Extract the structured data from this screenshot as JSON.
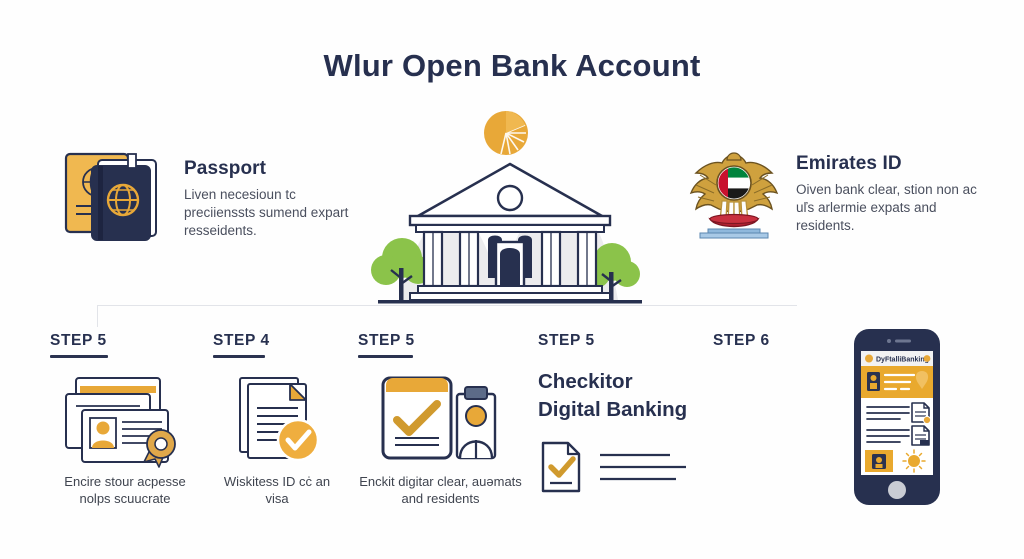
{
  "page": {
    "title": "Wlur Open Bank Account",
    "background_color": "#fefefe",
    "navy": "#27304f",
    "gold": "#e8a838",
    "green": "#8bc34a"
  },
  "features": [
    {
      "id": "passport",
      "title": "Passport",
      "description": "Liven necesioun tc preciienssts sumend expart resseidents.",
      "icon": "passport-books-icon"
    },
    {
      "id": "emirates-id",
      "title": "Emirates ID",
      "description": "Oiven bank clear, stion non ac uľs arlermie expats and residents.",
      "icon": "uae-falcon-emblem-icon"
    }
  ],
  "center": {
    "bank_icon": "bank-building-icon",
    "sun_badge_icon": "gold-sunburst-icon"
  },
  "steps": [
    {
      "label": "STEP 5",
      "caption": "Encire stour acpesse nolps scuucrate",
      "icon": "id-documents-badge-icon"
    },
    {
      "label": "STEP 4",
      "caption": "Wiskitess ID cċ an visa",
      "icon": "document-check-icon"
    },
    {
      "label": "STEP 5",
      "caption": "Enckit digitar clear, auǝmats and residents",
      "icon": "checklist-person-icon"
    },
    {
      "label": "STEP 5",
      "heading_line1": "Checkitor",
      "heading_line2": "Digital Banking",
      "icon": "document-check-lines-icon"
    },
    {
      "label": "STEP 6",
      "icon": "smartphone-banking-icon"
    }
  ],
  "phone": {
    "app_title": "DyFtalliBanking",
    "header_icon": "app-logo-icon",
    "settings_icon": "gear-icon",
    "card_icon": "id-card-icon",
    "row_icons": [
      "document-badge-icon",
      "document-lines-icon"
    ],
    "tile_icons": [
      "passport-tile-icon",
      "sun-tile-icon"
    ],
    "home_button": "home-button"
  }
}
